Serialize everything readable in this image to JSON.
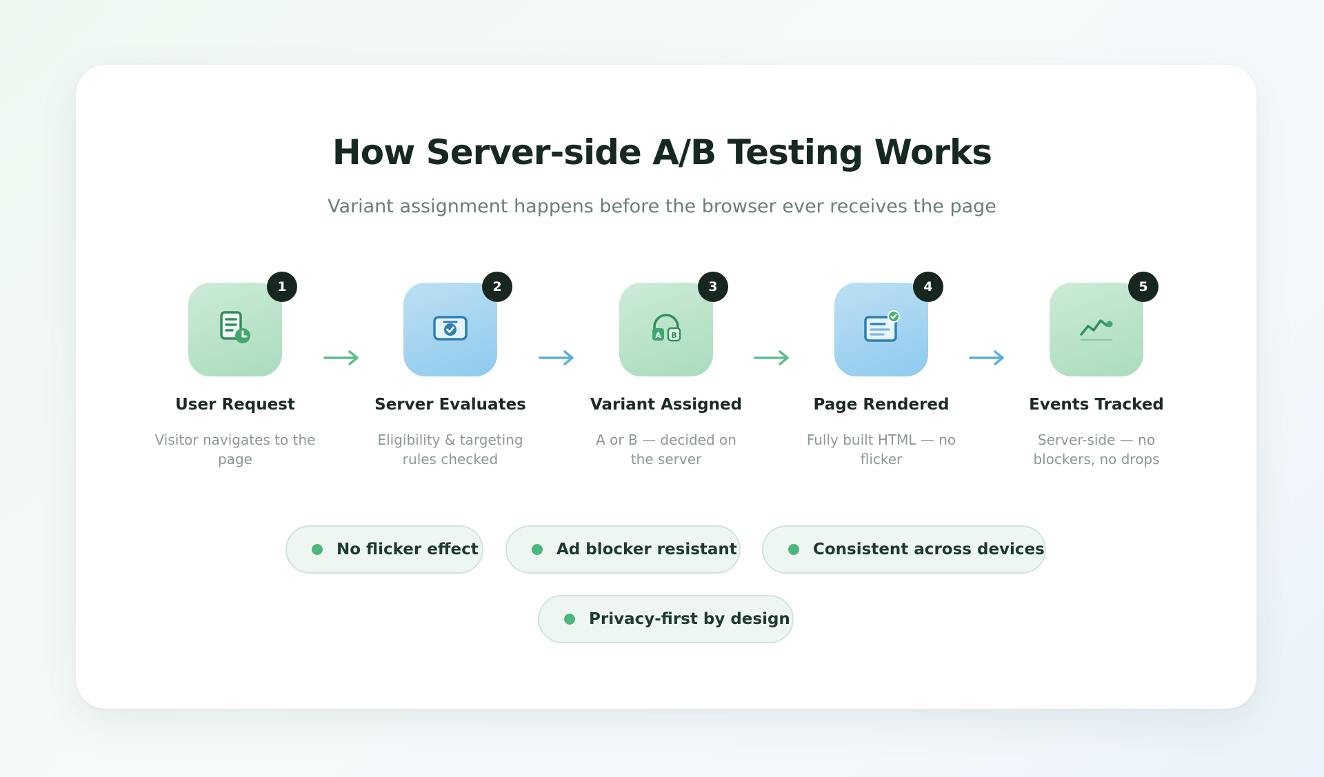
{
  "title": "How Server-side A/B Testing Works",
  "subtitle": "Variant assignment happens before the browser ever receives the page",
  "steps": [
    {
      "number": "1",
      "title": "User Request",
      "description": "Visitor navigates to the page",
      "icon": "document-clock-icon",
      "tone": "green"
    },
    {
      "number": "2",
      "title": "Server Evaluates",
      "description": "Eligibility & targeting rules checked",
      "icon": "server-check-icon",
      "tone": "blue"
    },
    {
      "number": "3",
      "title": "Variant Assigned",
      "description": "A or B — decided on the server",
      "icon": "ab-variant-icon",
      "tone": "green"
    },
    {
      "number": "4",
      "title": "Page Rendered",
      "description": "Fully built HTML — no flicker",
      "icon": "page-rendered-icon",
      "tone": "blue"
    },
    {
      "number": "5",
      "title": "Events Tracked",
      "description": "Server-side — no blockers, no drops",
      "icon": "trend-line-icon",
      "tone": "green"
    }
  ],
  "benefits": [
    "No flicker effect",
    "Ad blocker resistant",
    "Consistent across devices",
    "Privacy-first by design"
  ],
  "colors": {
    "green_accent": "#4cb77d",
    "blue_accent": "#5aaedb",
    "badge": "#17271f",
    "title": "#16291f"
  }
}
